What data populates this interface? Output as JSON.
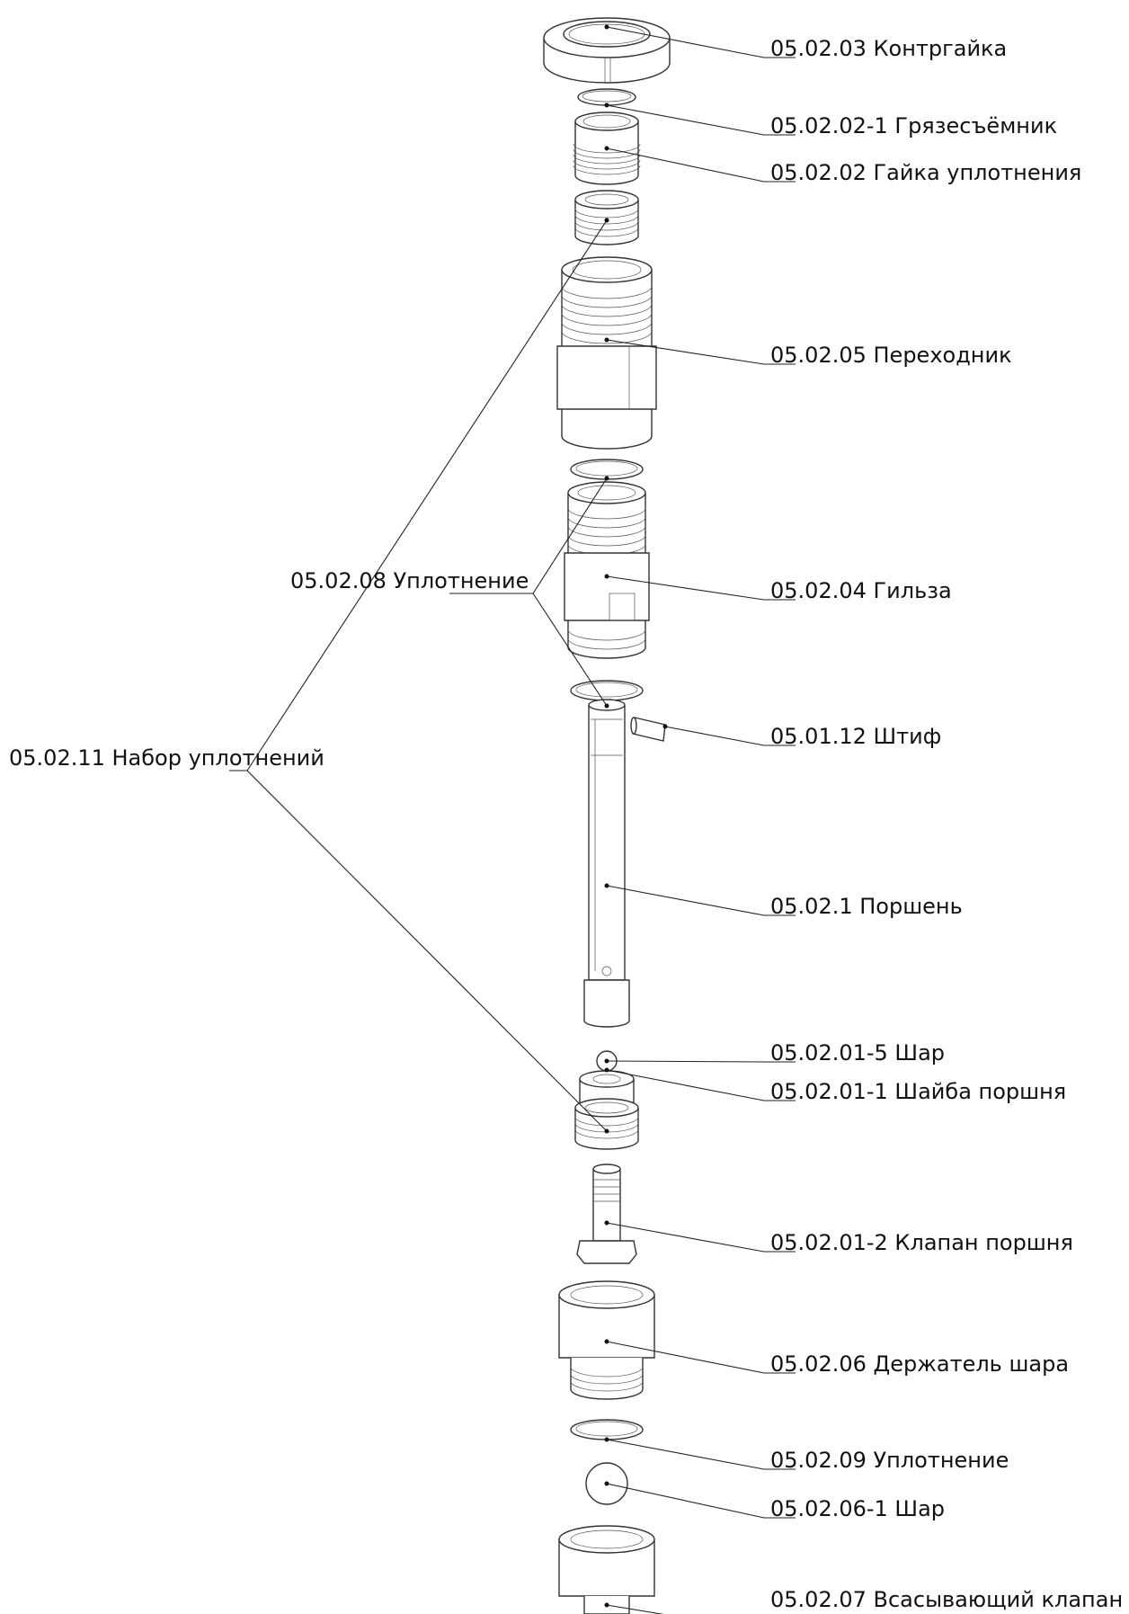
{
  "callouts": [
    {
      "id": "kontrgaika",
      "text": "05.02.03 Контргайка"
    },
    {
      "id": "gryazesemnik",
      "text": "05.02.02-1 Грязесъёмник"
    },
    {
      "id": "gaika-uplotneniya",
      "text": "05.02.02 Гайка уплотнения"
    },
    {
      "id": "perekhodnik",
      "text": "05.02.05 Переходник"
    },
    {
      "id": "uplotnenie-08",
      "text": "05.02.08 Уплотнение"
    },
    {
      "id": "gilza",
      "text": "05.02.04 Гильза"
    },
    {
      "id": "shtif",
      "text": "05.01.12 Штиф"
    },
    {
      "id": "nabor-uplotneniy",
      "text": "05.02.11 Набор уплотнений"
    },
    {
      "id": "porshen",
      "text": "05.02.1 Поршень"
    },
    {
      "id": "shar-5",
      "text": "05.02.01-5 Шар"
    },
    {
      "id": "shayba-porshnya",
      "text": "05.02.01-1 Шайба поршня"
    },
    {
      "id": "klapan-porshnya",
      "text": "05.02.01-2 Клапан поршня"
    },
    {
      "id": "derzhatel-shara",
      "text": "05.02.06 Держатель шара"
    },
    {
      "id": "uplotnenie-09",
      "text": "05.02.09 Уплотнение"
    },
    {
      "id": "shar-1",
      "text": "05.02.06-1 Шар"
    },
    {
      "id": "vsasyvayushchiy-klapan",
      "text": "05.02.07 Всасывающий клапан"
    }
  ]
}
